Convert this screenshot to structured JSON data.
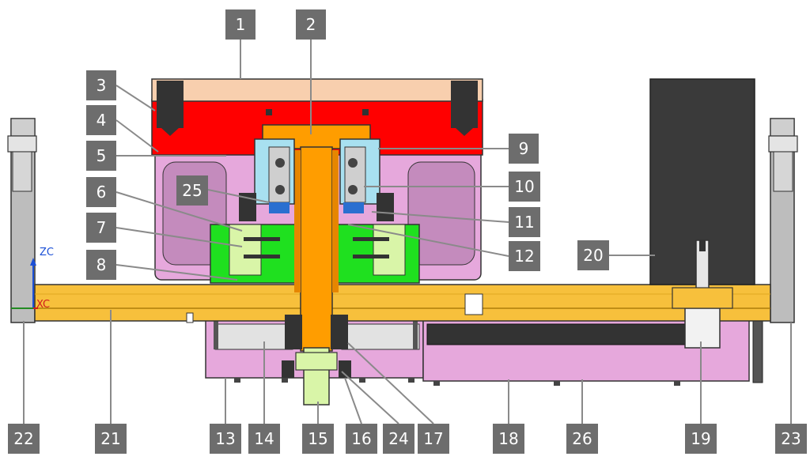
{
  "labels": [
    {
      "id": "1",
      "text": "1"
    },
    {
      "id": "2",
      "text": "2"
    },
    {
      "id": "3",
      "text": "3"
    },
    {
      "id": "4",
      "text": "4"
    },
    {
      "id": "5",
      "text": "5"
    },
    {
      "id": "6",
      "text": "6"
    },
    {
      "id": "7",
      "text": "7"
    },
    {
      "id": "8",
      "text": "8"
    },
    {
      "id": "9",
      "text": "9"
    },
    {
      "id": "10",
      "text": "10"
    },
    {
      "id": "11",
      "text": "11"
    },
    {
      "id": "12",
      "text": "12"
    },
    {
      "id": "25",
      "text": "25"
    },
    {
      "id": "20",
      "text": "20"
    },
    {
      "id": "22",
      "text": "22"
    },
    {
      "id": "21",
      "text": "21"
    },
    {
      "id": "13",
      "text": "13"
    },
    {
      "id": "14",
      "text": "14"
    },
    {
      "id": "15",
      "text": "15"
    },
    {
      "id": "16",
      "text": "16"
    },
    {
      "id": "24",
      "text": "24"
    },
    {
      "id": "17",
      "text": "17"
    },
    {
      "id": "18",
      "text": "18"
    },
    {
      "id": "26",
      "text": "26"
    },
    {
      "id": "19",
      "text": "19"
    },
    {
      "id": "23",
      "text": "23"
    }
  ],
  "axes": {
    "zc": "ZC",
    "xc": "XC"
  },
  "colors": {
    "label_box": "#6d6d6d",
    "cover_peach": "#f8cfae",
    "housing_red": "#ff0000",
    "shaft_orange": "#ff9d00",
    "housing_pink": "#e6a8dc",
    "rail_yellow": "#f7c03c",
    "block_green": "#1fe01f",
    "block_lightgreen": "#d9f5a8",
    "motor_dark": "#3a3a3a",
    "frame_gray": "#bdbdbd",
    "bearing_gray": "#e2e2e2"
  }
}
